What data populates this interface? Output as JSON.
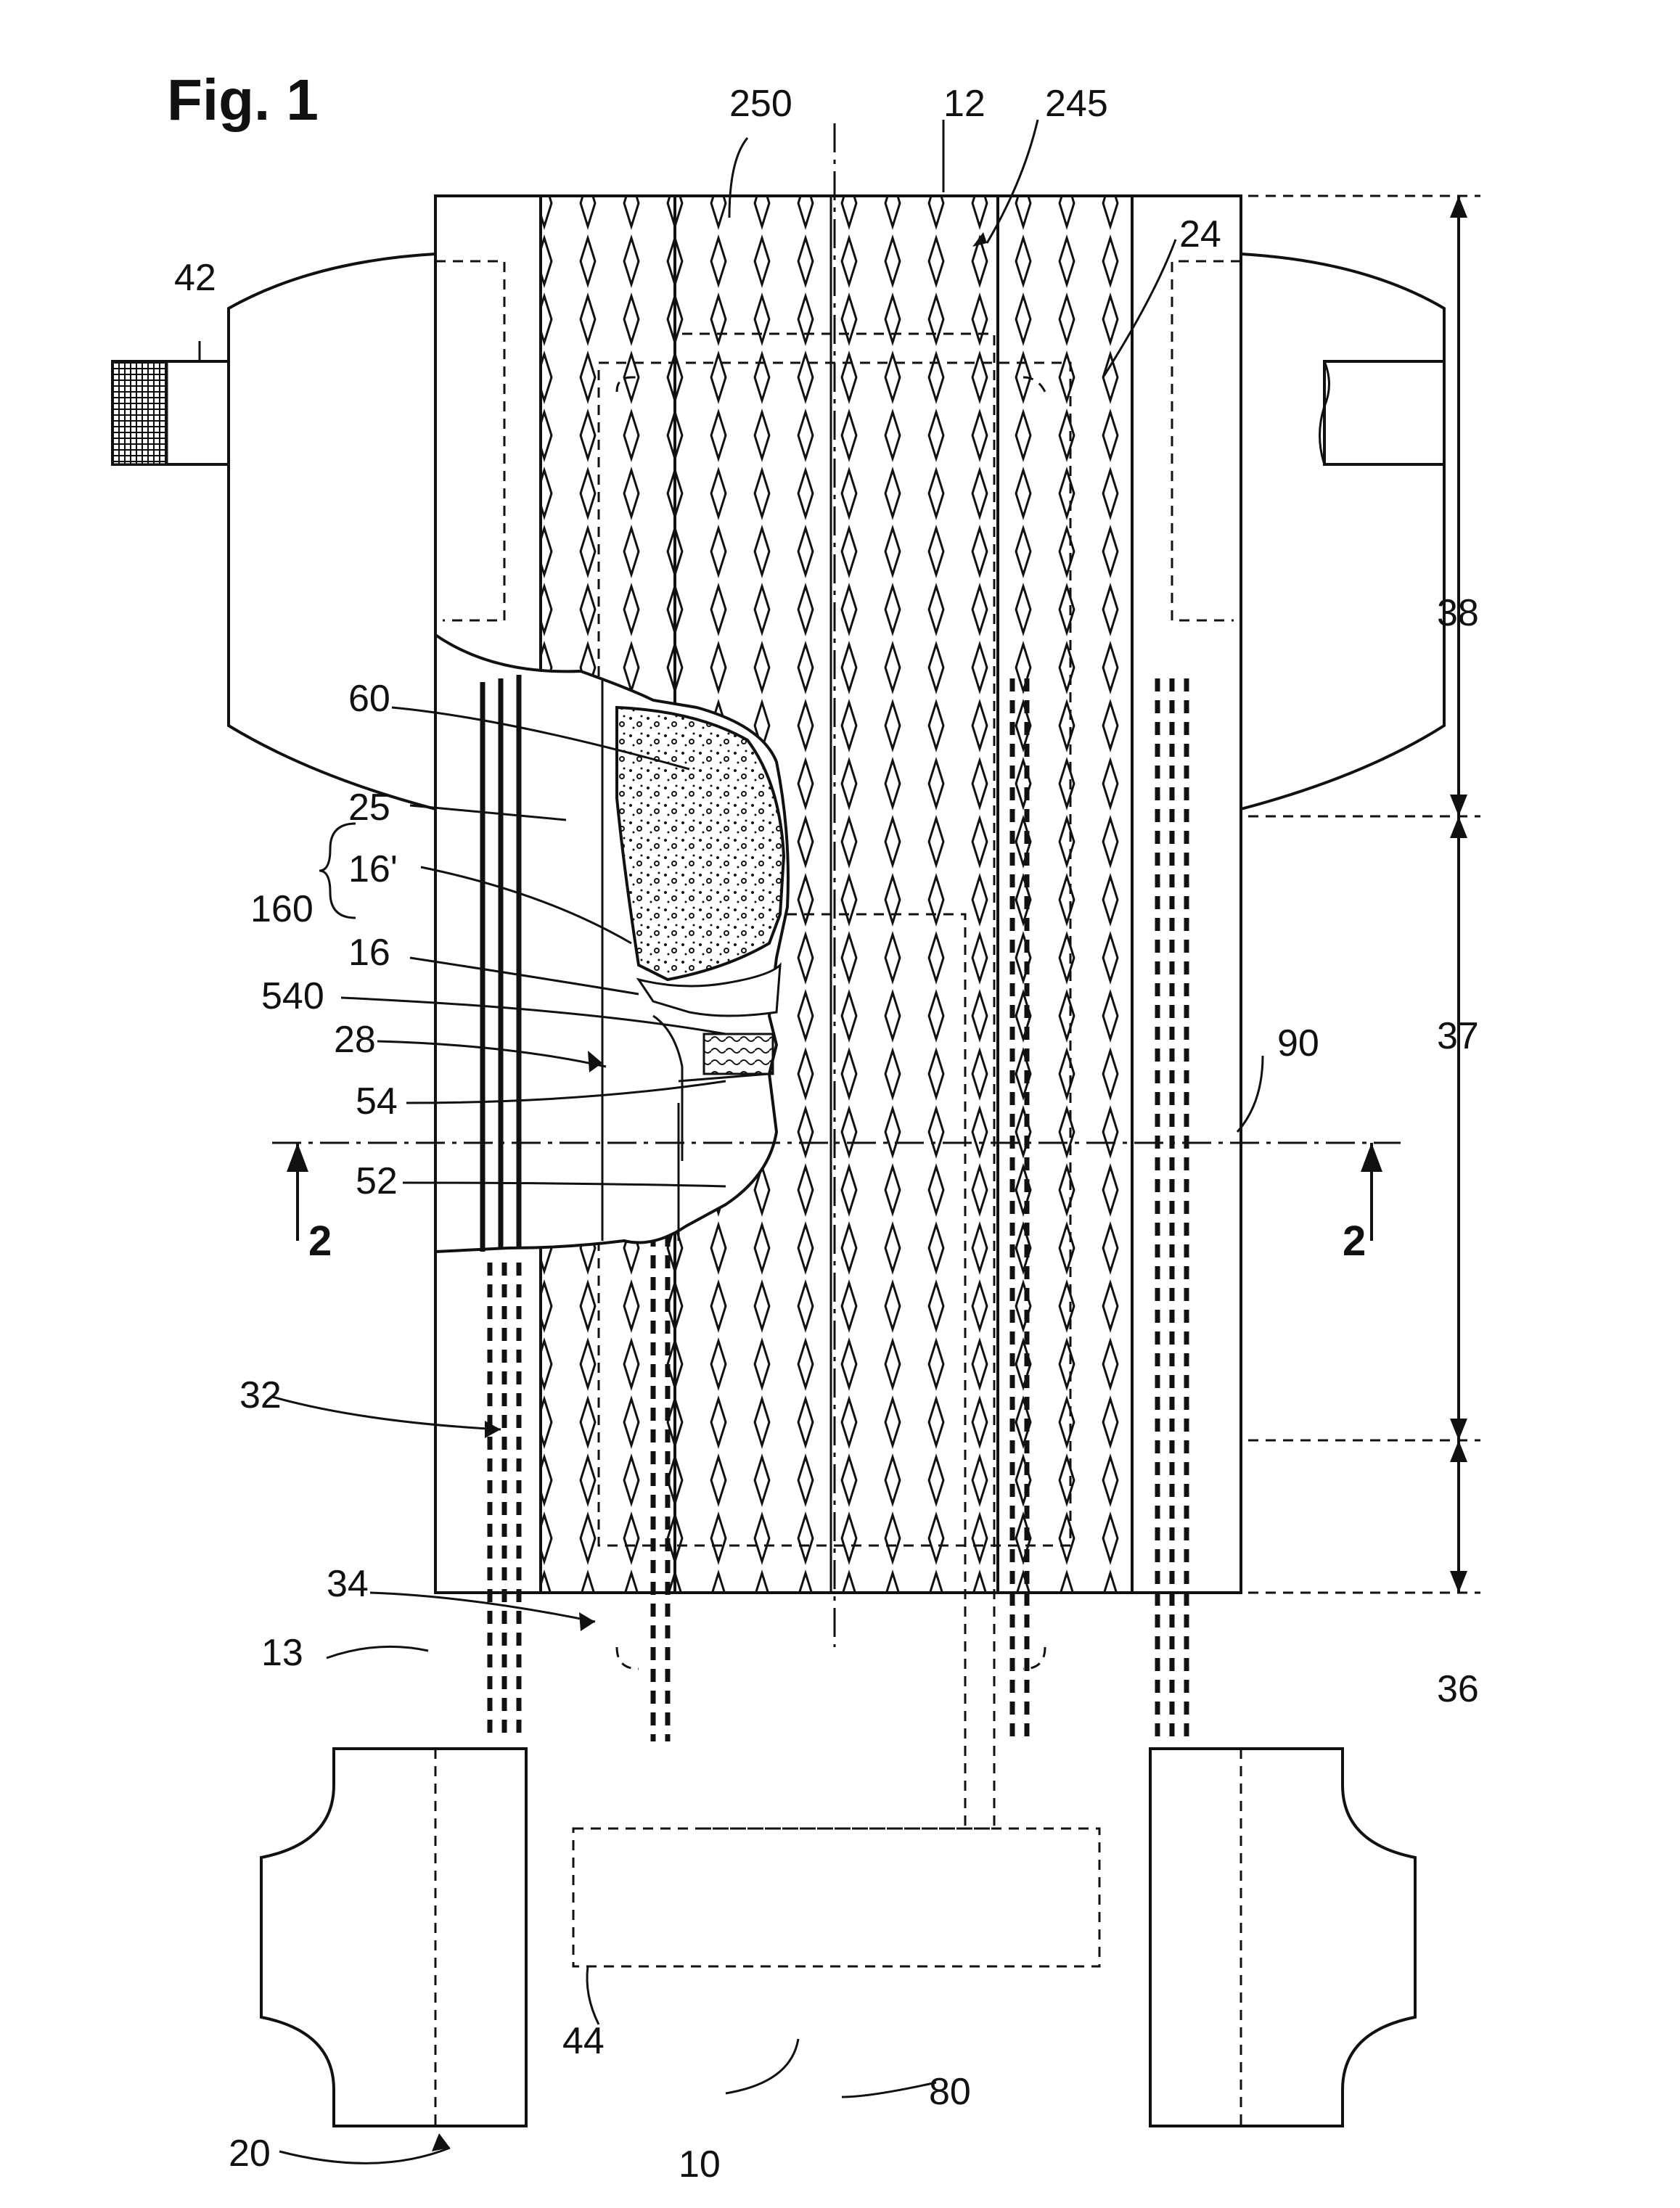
{
  "figure": {
    "title": "Fig. 1",
    "section_marker": "2",
    "labels": {
      "l250": "250",
      "l12": "12",
      "l245": "245",
      "l24": "24",
      "l42": "42",
      "l38": "38",
      "l60": "60",
      "l25": "25",
      "l16p": "16'",
      "l160": "160",
      "l16": "16",
      "l540": "540",
      "l28": "28",
      "l90": "90",
      "l37": "37",
      "l54": "54",
      "l52": "52",
      "l32": "32",
      "l34": "34",
      "l13": "13",
      "l36": "36",
      "l20": "20",
      "l44": "44",
      "l10": "10",
      "l80": "80"
    }
  }
}
